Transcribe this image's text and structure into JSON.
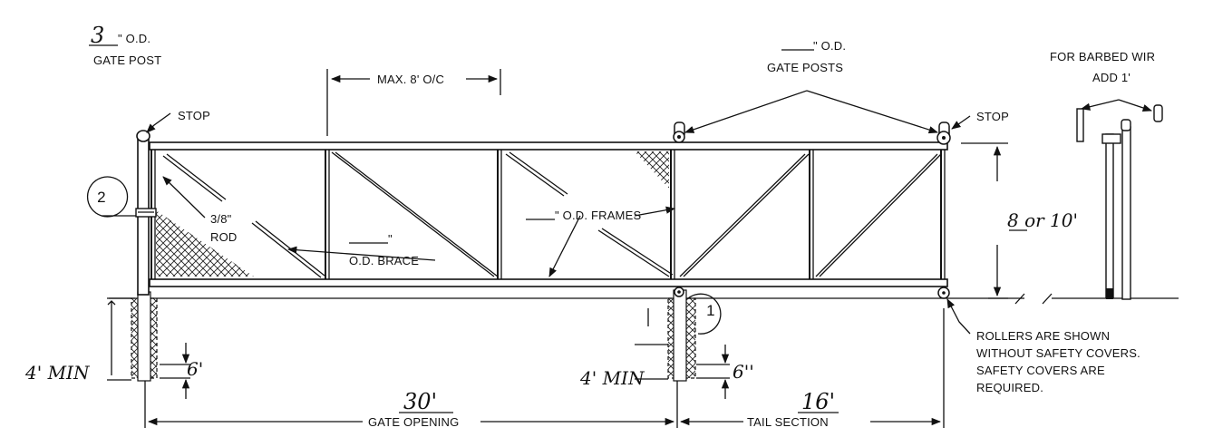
{
  "labels": {
    "post_size_value": "3",
    "post_size_unit": "\" O.D.",
    "gate_post": "GATE POST",
    "stop_left": "STOP",
    "stop_right": "STOP",
    "max_spacing": "MAX. 8' O/C",
    "gate_posts_unit": "\" O.D.",
    "gate_posts": "GATE POSTS",
    "barbed_line1": "FOR BARBED WIR",
    "barbed_line2": "ADD 1'",
    "callout_2": "2",
    "callout_1": "1",
    "rod_size": "3/8\"",
    "rod": "ROD",
    "brace_unit": "\"",
    "brace": "O.D. BRACE",
    "frames": "\" O.D. FRAMES",
    "height": "8 or 10'",
    "depth_left": "4' MIN",
    "depth_mid": "4' MIN",
    "embed_left": "6'",
    "embed_mid": "6''",
    "opening_value": "30'",
    "opening": "GATE OPENING",
    "tail_value": "16'",
    "tail": "TAIL SECTION",
    "rollers_note": [
      "ROLLERS ARE SHOWN",
      "WITHOUT SAFETY COVERS.",
      "SAFETY COVERS ARE",
      "REQUIRED."
    ]
  }
}
